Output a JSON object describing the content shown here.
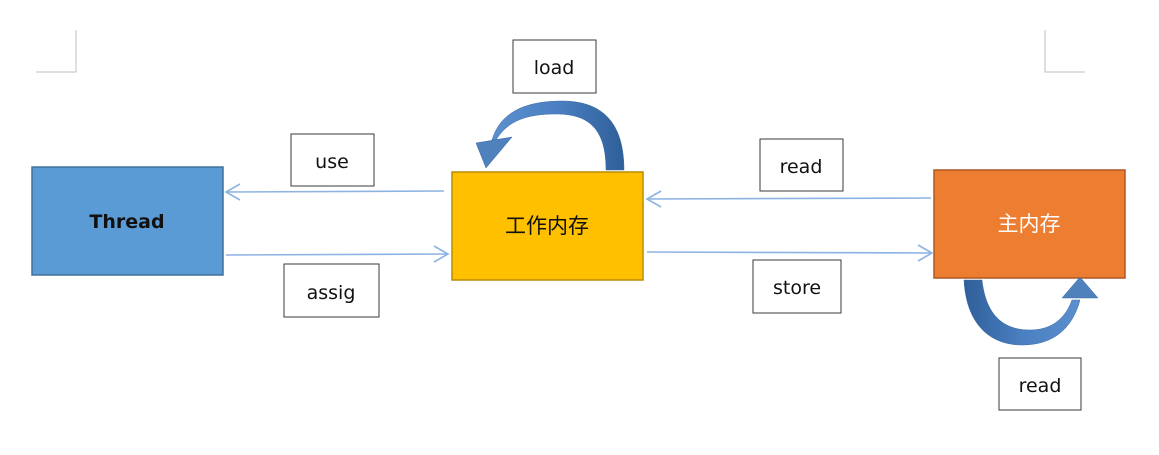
{
  "nodes": {
    "thread": {
      "label": "Thread",
      "color": "#5b9bd5"
    },
    "working_memory": {
      "label": "工作内存",
      "color": "#ffc000"
    },
    "main_memory": {
      "label": "主内存",
      "color": "#ed7d31"
    }
  },
  "edges": {
    "use": {
      "label": "use"
    },
    "assig": {
      "label": "assig"
    },
    "read": {
      "label": "read"
    },
    "store": {
      "label": "store"
    },
    "load": {
      "label": "load"
    },
    "main_read": {
      "label": "read"
    }
  },
  "colors": {
    "connector": "#8db3e2",
    "loop_arrow": "#4f81bd",
    "loop_arrow_dark": "#2e5f93"
  }
}
